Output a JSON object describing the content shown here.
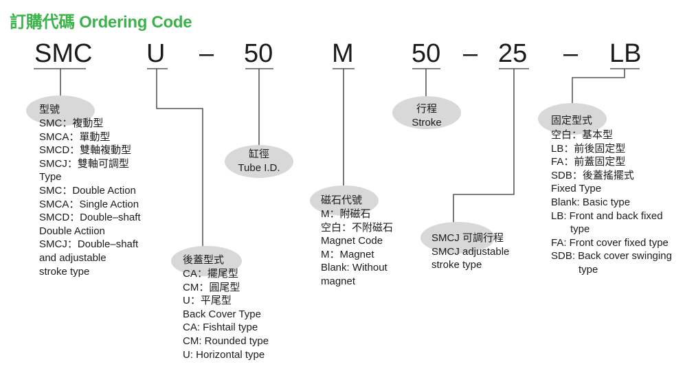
{
  "title": "訂購代碼 Ordering Code",
  "code": {
    "model": "SMC",
    "back_cover": "U",
    "bore": "50",
    "magnet": "M",
    "stroke": "50",
    "adj_stroke": "25",
    "fixed": "LB",
    "dash": "–"
  },
  "model_group": {
    "label": "型號",
    "lines": [
      "SMC：複動型",
      "SMCA：單動型",
      "SMCD：雙軸複動型",
      "SMCJ：雙軸可調型",
      "Type",
      "SMC：Double Action",
      "SMCA：Single Action",
      "SMCD：Double–shaft",
      "Double Actiion",
      "SMCJ：Double–shaft",
      "and adjustable",
      "stroke type"
    ]
  },
  "back_cover_group": {
    "label": "後蓋型式",
    "lines": [
      "CA：擺尾型",
      "CM：圓尾型",
      "U：平尾型",
      "Back Cover Type",
      "CA: Fishtail type",
      "CM: Rounded type",
      "U: Horizontal type"
    ]
  },
  "bore_group": {
    "label_zh": "缸徑",
    "label_en": "Tube I.D."
  },
  "magnet_group": {
    "label": "磁石代號",
    "lines": [
      "M：附磁石",
      "空白：不附磁石",
      "Magnet Code",
      "M：Magnet",
      "Blank: Without",
      "magnet"
    ]
  },
  "stroke_group": {
    "label_zh": "行程",
    "label_en": "Stroke"
  },
  "adj_group": {
    "lines": [
      "SMCJ 可調行程",
      "SMCJ adjustable",
      "stroke type"
    ]
  },
  "fixed_group": {
    "label": "固定型式",
    "lines": [
      "空白：基本型",
      "LB：前後固定型",
      "FA：前蓋固定型",
      "SDB：後蓋搖擺式",
      "Fixed Type",
      "Blank: Basic type",
      "LB: Front and back fixed",
      "type",
      "FA: Front cover fixed type",
      "SDB: Back cover swinging",
      "type"
    ]
  }
}
